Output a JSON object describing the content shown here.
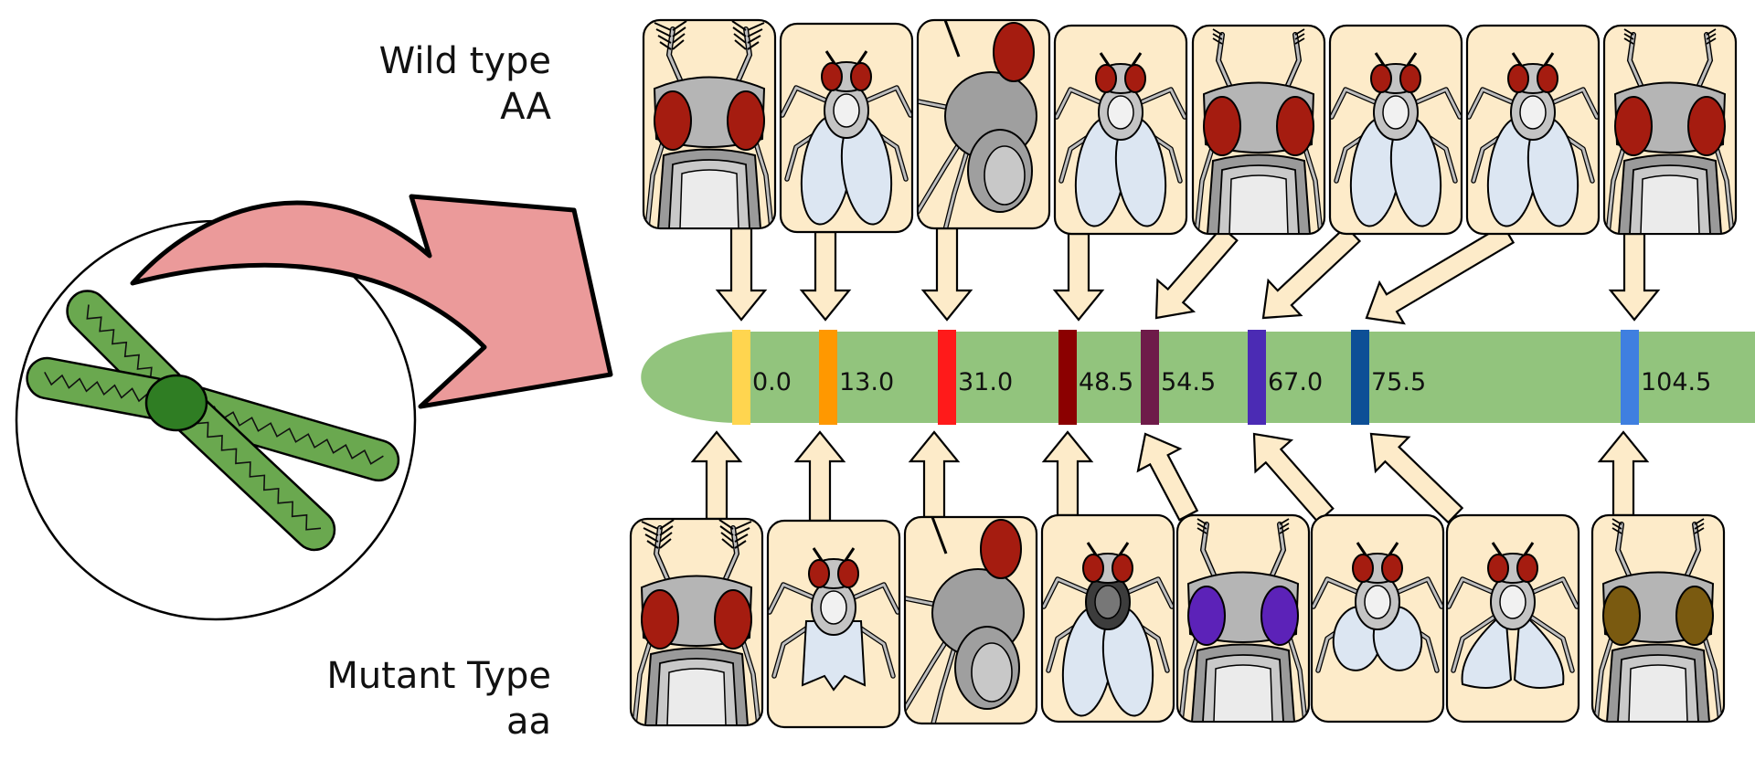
{
  "labels": {
    "wild_type": "Wild type",
    "wild_genotype": "AA",
    "mutant_type": "Mutant Type",
    "mutant_genotype": "aa"
  },
  "loci": [
    {
      "position": "0.0",
      "color": "#ffd54f",
      "top_view": "head",
      "bottom_view": "head",
      "bottom_eye": "#a51c10",
      "bottom_antenna": "branched"
    },
    {
      "position": "13.0",
      "color": "#ff9800",
      "top_view": "body",
      "bottom_view": "body-crumpled",
      "bottom_eye": "#a51c10",
      "bottom_antenna": "plain"
    },
    {
      "position": "31.0",
      "color": "#ff1a1a",
      "top_view": "side",
      "bottom_view": "side",
      "bottom_eye": "#a51c10",
      "bottom_antenna": "plain"
    },
    {
      "position": "48.5",
      "color": "#8b0000",
      "top_view": "body",
      "bottom_view": "body-dark",
      "bottom_eye": "#a51c10",
      "bottom_antenna": "plain"
    },
    {
      "position": "54.5",
      "color": "#6e1b49",
      "top_view": "head",
      "bottom_view": "head",
      "bottom_eye": "#5c22b8",
      "bottom_antenna": "plain"
    },
    {
      "position": "67.0",
      "color": "#4b2bb4",
      "top_view": "body",
      "bottom_view": "body-short",
      "bottom_eye": "#a51c10",
      "bottom_antenna": "plain"
    },
    {
      "position": "75.5",
      "color": "#0d4f96",
      "top_view": "body",
      "bottom_view": "body-spread",
      "bottom_eye": "#a51c10",
      "bottom_antenna": "plain"
    },
    {
      "position": "104.5",
      "color": "#3f7fe0",
      "top_view": "head",
      "bottom_view": "head",
      "bottom_eye": "#7a5a10",
      "bottom_antenna": "plain"
    }
  ],
  "colors": {
    "chromosome": "#92c47d",
    "panel_fill": "#fdebc9",
    "big_arrow": "#eb9a9a",
    "cell_chromosome": "#6aa84f",
    "centromere": "#2f7d23",
    "wild_eye": "#a51c10"
  }
}
